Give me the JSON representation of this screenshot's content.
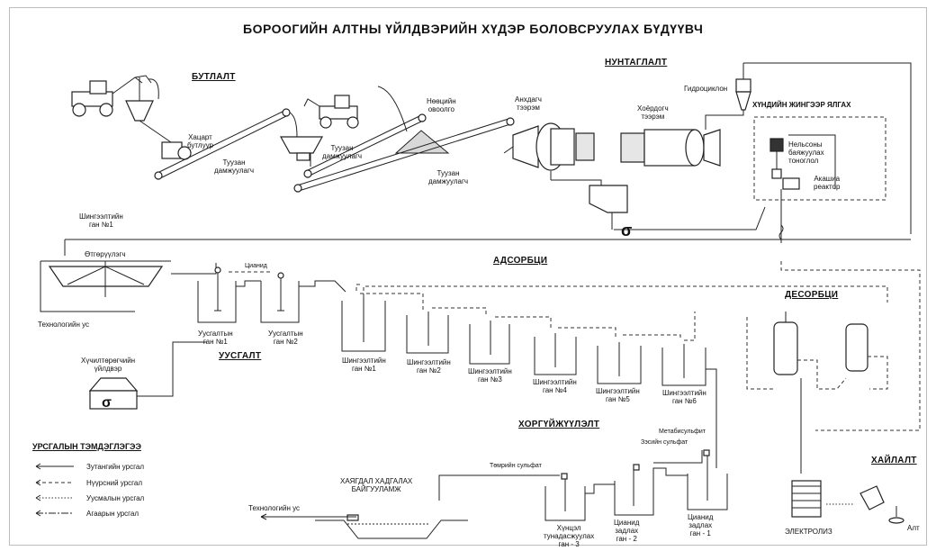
{
  "title": "БОРООГИЙН АЛТНЫ ҮЙЛДВЭРИЙН ХҮДЭР БОЛОВСРУУЛАХ БҮДҮҮВЧ",
  "sections": {
    "crushing": "БУТЛАЛТ",
    "grinding": "НУНТАГЛАЛТ",
    "gravity": "ХҮНДИЙН ЖИНГЭЭР ЯЛГАХ",
    "adsorption": "АДСОРБЦИ",
    "desorption": "ДЕСОРБЦИ",
    "leaching": "УУСГАЛТ",
    "detox": "ХОРГҮЙЖҮҮЛЭЛТ",
    "smelting": "ХАЙЛАЛТ"
  },
  "labels": {
    "jaw_crusher": "Хацарт\nбутлуур",
    "conveyor_1": "Туузан\nдамжуулагч",
    "conveyor_2": "Туузан\nдамжуулагч",
    "conveyor_3": "Туузан\nдамжуулагч",
    "stockpile": "Нөөцийн\nовоолго",
    "primary_mill": "Анхдагч\nтээрэм",
    "secondary_mill": "Хоёрдогч\nтээрэм",
    "hydrocyclone": "Гидроциклон",
    "nelson": "Нельсоны\nбаяжуулах\nтоноглол",
    "acacia": "Акашиа\nреактор",
    "adsorption_tank_1_side": "Шингээлтийн\nган №1",
    "thickener": "Өтгөрүүлэгч",
    "process_water_1": "Технологийн ус",
    "compressor": "Хүчилтөрөгчийн\nүйлдвэр",
    "cyanide": "Цианид",
    "leach_1": "Уусгалтын\nган №1",
    "leach_2": "Уусгалтын\nган №2",
    "ads_1": "Шингээлтийн\nган №1",
    "ads_2": "Шингээлтийн\nган №2",
    "ads_3": "Шингээлтийн\nган №3",
    "ads_4": "Шингээлтийн\nган №4",
    "ads_5": "Шингээлтийн\nган №5",
    "ads_6": "Шингээлтийн\nган №6",
    "metabisulfite": "Метабисульфит",
    "copper_sulfate": "Зэсийн сульфат",
    "iron_sulfate": "Төмрийн сульфат",
    "tailings": "ХАЯГДАЛ ХАДГАЛАХ\nБАЙГУУЛАМЖ",
    "process_water_2": "Технологийн ус",
    "tank_3": "Хүнцэл\nтунадасжуулах\nган - 3",
    "tank_2": "Цианид\nзадлах\nган - 2",
    "tank_1": "Цианид\nзадлах\nган - 1",
    "electrolysis": "ЭЛЕКТРОЛИЗ",
    "gold": "Алт"
  },
  "legend": {
    "title": "УРСГАЛЫН ТЭМДЭГЛЭГЭЭ",
    "items": [
      "Зутангийн урсгал",
      "Нүүрсний урсгал",
      "Уусмалын урсгал",
      "Агаарын урсгал"
    ]
  }
}
